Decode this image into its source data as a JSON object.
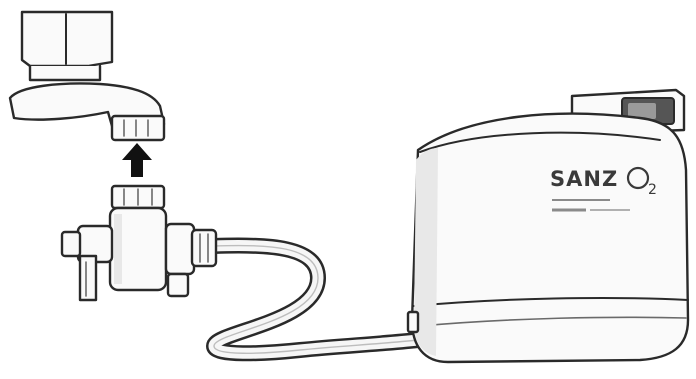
{
  "illustration": {
    "brand_prefix": "SANZ",
    "brand_suffix": "O",
    "brand_subscript": "2",
    "colors": {
      "line": "#2a2a2a",
      "fill": "#fafafa",
      "shade": "#e8e8e8",
      "arrow": "#111111"
    },
    "icons": [
      "faucet-icon",
      "up-arrow-icon",
      "diverter-valve-icon",
      "hose-icon",
      "water-unit-icon"
    ]
  }
}
